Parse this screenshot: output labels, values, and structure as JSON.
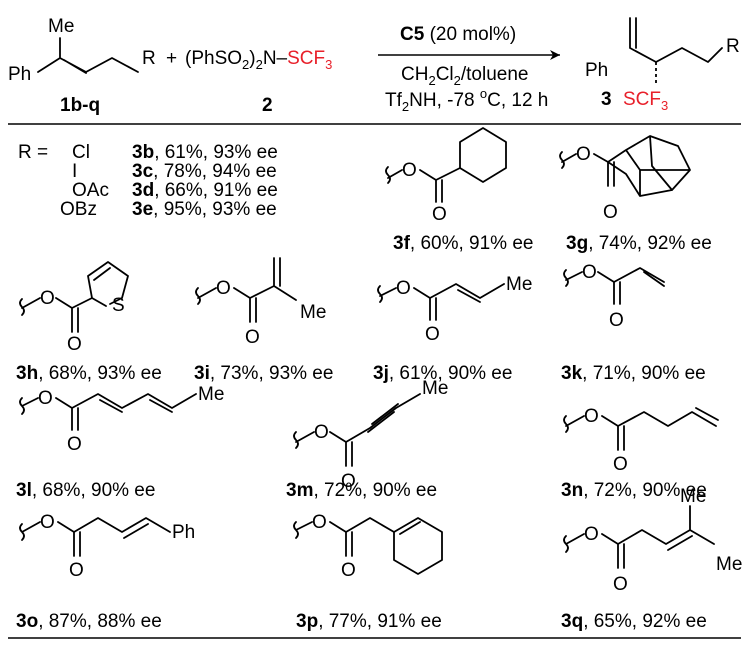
{
  "scheme": {
    "reactant1": {
      "label": "1b-q",
      "me": "Me",
      "ph": "Ph",
      "r": "R"
    },
    "plus": "+",
    "reactant2": {
      "label": "2",
      "formula_a": "(PhSO",
      "sub2": "2",
      "formula_b": ")",
      "sub2b": "2",
      "formula_c": "N–",
      "scf3": "SCF",
      "sub3": "3"
    },
    "conditions": {
      "catalyst": "C5",
      "loading": " (20 mol%)",
      "solvent_a": "CH",
      "solvent_sub1": "2",
      "solvent_b": "Cl",
      "solvent_sub2": "2",
      "solvent_c": "/toluene",
      "acid_a": "Tf",
      "acid_sub": "2",
      "acid_b": "NH, -78 ",
      "acid_sup": "o",
      "acid_c": "C, 12 h"
    },
    "product": {
      "label": "3",
      "ph": "Ph",
      "r": "R",
      "scf3": "SCF",
      "sub3": "3"
    }
  },
  "r_list": {
    "prefix": "R =",
    "groups": [
      "Cl",
      "I",
      "OAc",
      "OBz"
    ],
    "results": [
      {
        "id": "3b",
        "rest": ", 61%, 93% ee"
      },
      {
        "id": "3c",
        "rest": ", 78%, 94% ee"
      },
      {
        "id": "3d",
        "rest": ", 66%, 91% ee"
      },
      {
        "id": "3e",
        "rest": ", 95%, 93% ee"
      }
    ]
  },
  "entries": [
    {
      "id": "3f",
      "rest": ", 60%, 91% ee"
    },
    {
      "id": "3g",
      "rest": ", 74%, 92% ee"
    },
    {
      "id": "3h",
      "rest": ", 68%, 93% ee"
    },
    {
      "id": "3i",
      "rest": ", 73%, 93% ee"
    },
    {
      "id": "3j",
      "rest": ", 61%, 90% ee"
    },
    {
      "id": "3k",
      "rest": ", 71%, 90% ee"
    },
    {
      "id": "3l",
      "rest": ", 68%, 90% ee"
    },
    {
      "id": "3m",
      "rest": ", 72%, 90% ee"
    },
    {
      "id": "3n",
      "rest": ", 72%, 90% ee"
    },
    {
      "id": "3o",
      "rest": ", 87%, 88% ee"
    },
    {
      "id": "3p",
      "rest": ", 77%, 91% ee"
    },
    {
      "id": "3q",
      "rest": ", 65%, 92% ee"
    }
  ],
  "atoms": {
    "O": "O",
    "S": "S",
    "Me": "Me",
    "Ph": "Ph"
  }
}
